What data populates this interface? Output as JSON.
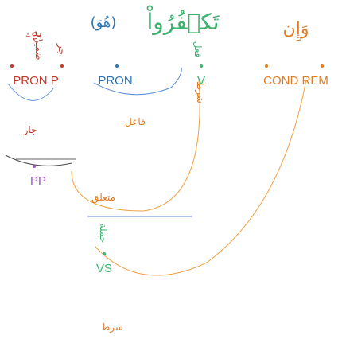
{
  "colors": {
    "prep": "#c0392b",
    "noun": "#2c74b3",
    "verb": "#3cb371",
    "particle": "#e07c24",
    "pp": "#9b59b6",
    "arc_orange": "#f0a040",
    "arc_blue": "#5b8fd6",
    "line_grey": "#888888"
  },
  "words": [
    {
      "arabic": "بِهِۦ",
      "color": "#c0392b",
      "tag": "PRON P",
      "tag_color": "#c0392b"
    },
    {
      "arabic": "(هُوَ)",
      "color": "#2c74b3",
      "tag": "PRON",
      "tag_color": "#2c74b3"
    },
    {
      "arabic": "تَكۡفُرُواْ",
      "color": "#3cb371",
      "tag": "V",
      "tag_color": "#3cb371"
    },
    {
      "arabic": "وَإِن",
      "color": "#e07c24",
      "tag": "COND REM",
      "tag_color": "#e07c24"
    }
  ],
  "edge_labels": {
    "first": "جار",
    "second": "فاعل",
    "third": "متعلق",
    "fourth": "شرط"
  },
  "phrase_nodes": [
    {
      "tag": "PP",
      "color": "#9b59b6"
    },
    {
      "tag": "VS",
      "color": "#3cb371"
    }
  ],
  "vertical_labels": [
    {
      "text": "ضمير",
      "color": "#c0392b"
    },
    {
      "text": "جر",
      "color": "#c0392b"
    },
    {
      "text": "فعل",
      "color": "#3cb371"
    },
    {
      "text": "شرط",
      "color": "#e07c24"
    },
    {
      "text": "جملة",
      "color": "#3cb371"
    }
  ]
}
